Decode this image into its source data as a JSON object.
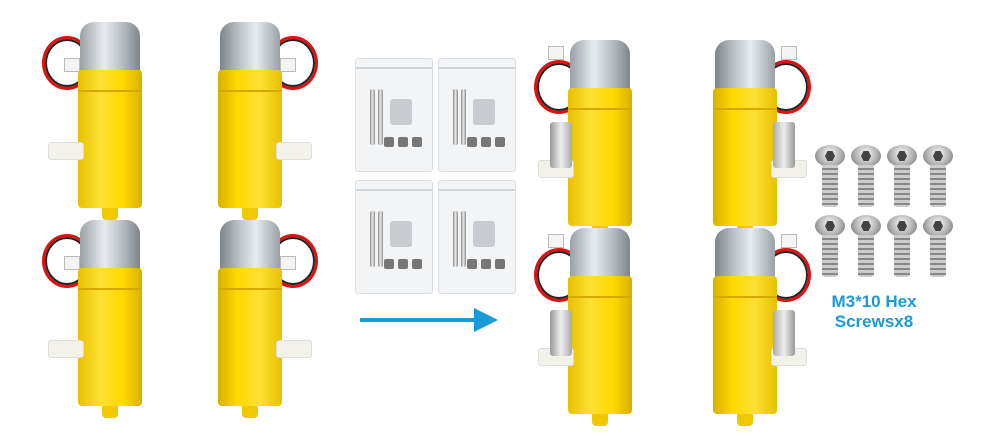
{
  "caption": {
    "line1": "M3*10 Hex",
    "line2": "Screwsx8"
  },
  "colors": {
    "accent": "#1a9ad8",
    "motor_yellow": "#ffd900"
  },
  "items": {
    "motors_before": 4,
    "screw_bags": 4,
    "motors_assembled": 4,
    "screws": 8
  }
}
